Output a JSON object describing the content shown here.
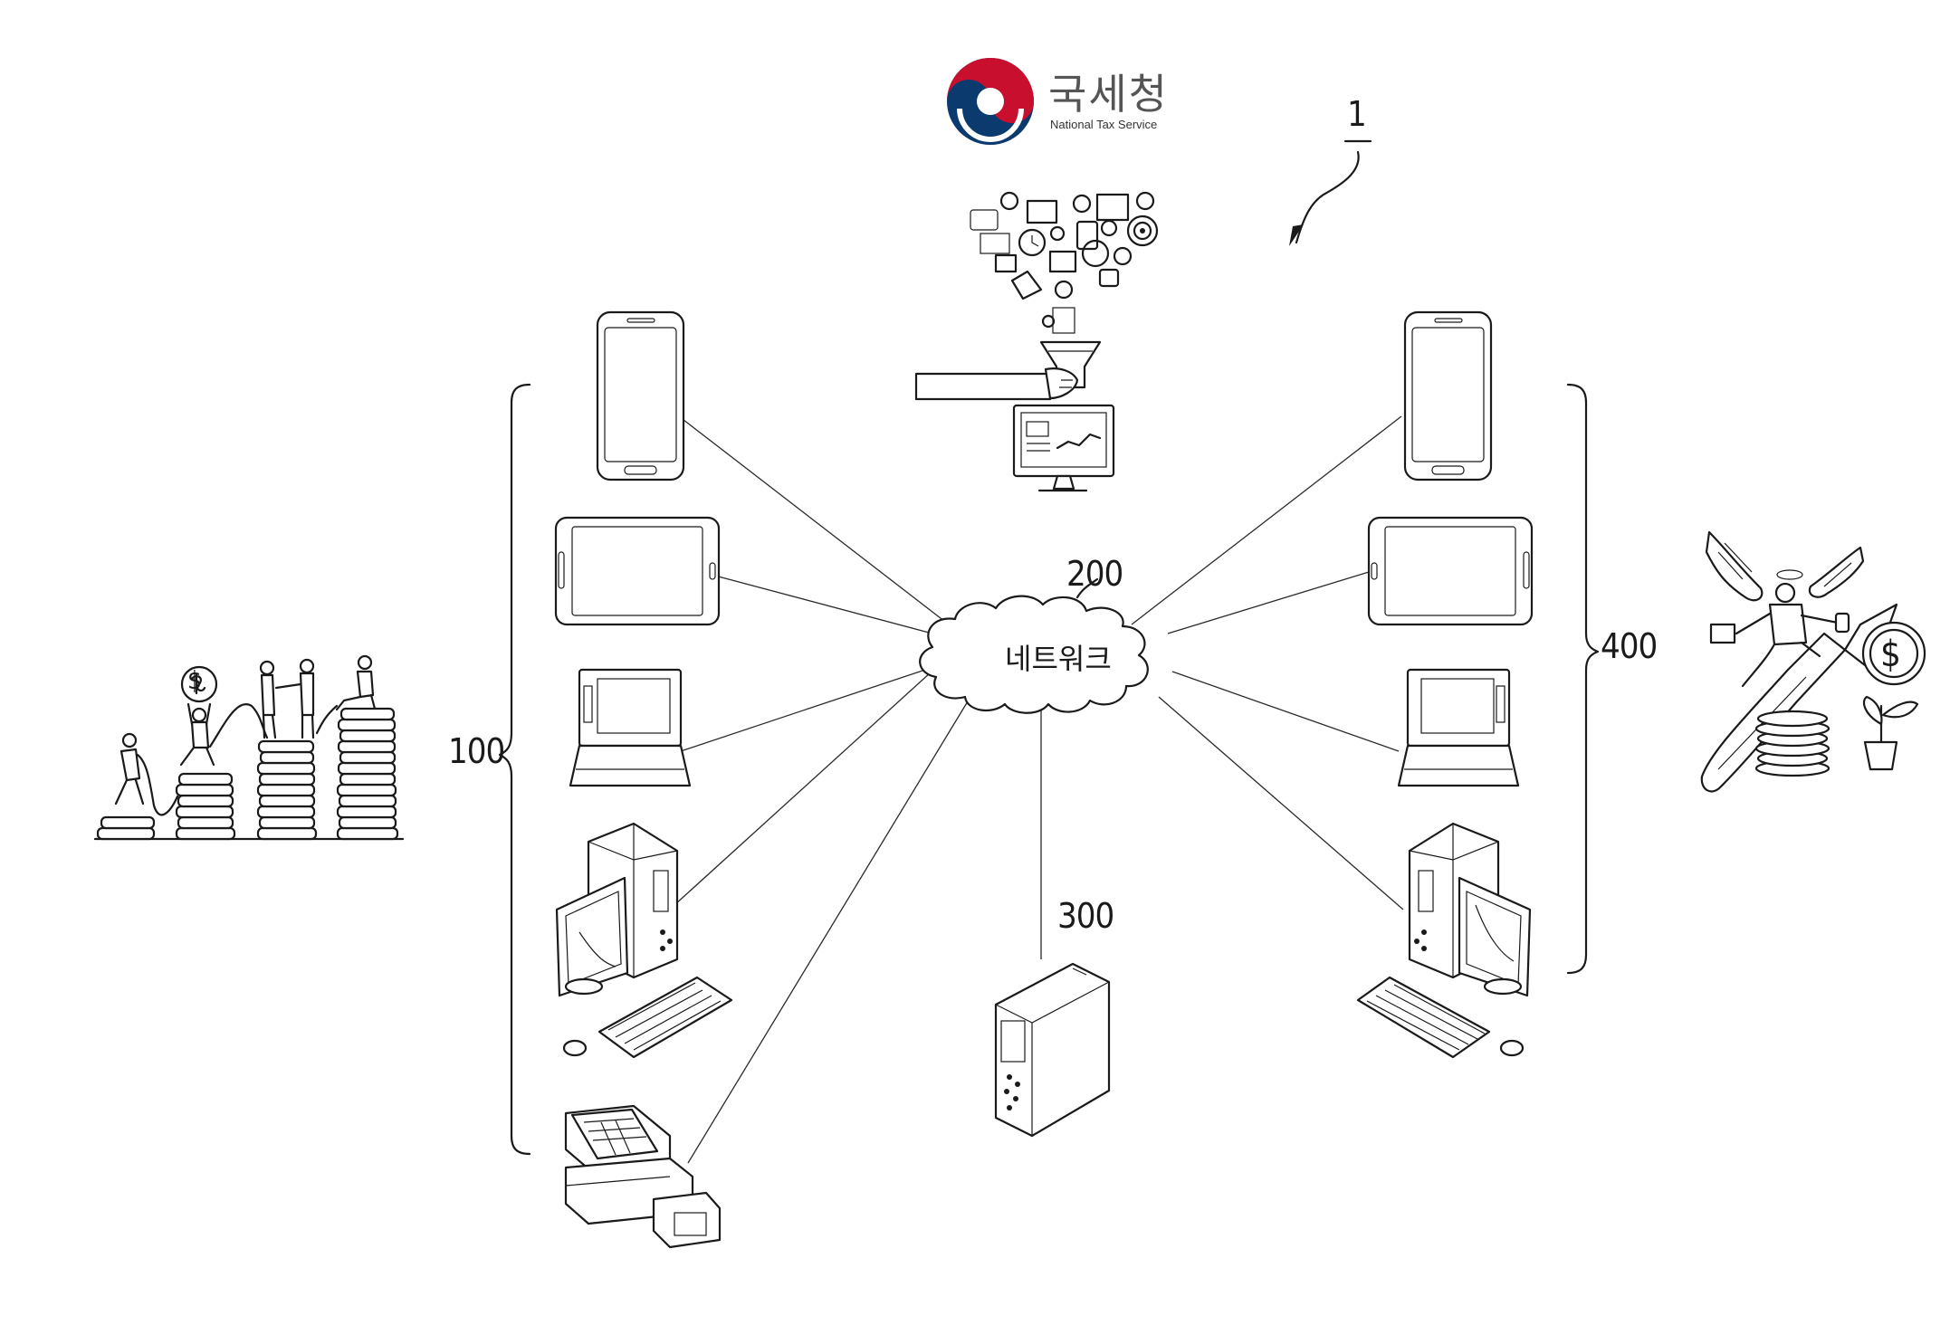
{
  "logo": {
    "korean": "국세청",
    "english": "National Tax Service",
    "colors": {
      "red": "#c8102e",
      "navy": "#0b3a6e"
    }
  },
  "labels": {
    "system": "1",
    "users": "100",
    "network_ref": "200",
    "network_text": "네트워크",
    "server": "300",
    "tax_agents": "400"
  }
}
